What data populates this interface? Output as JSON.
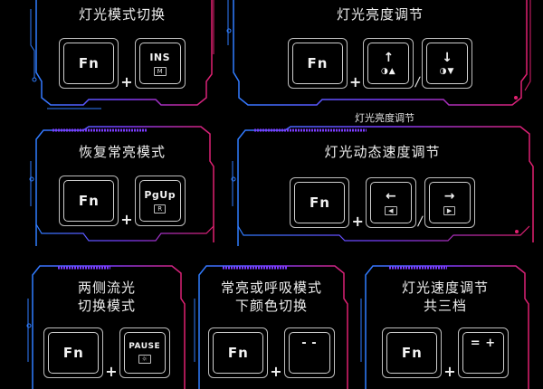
{
  "colors": {
    "background": "#000000",
    "frame_blue": "#2f7dff",
    "frame_magenta": "#e0206f",
    "frame_purple": "#7b3cff",
    "key_outline": "#bdbdbd",
    "text": "#ededed"
  },
  "caption": "灯光亮度调节",
  "panels": [
    {
      "id": "light-mode-switch",
      "title": "灯光模式切换",
      "keys": [
        {
          "label": "Fn"
        },
        {
          "separator": "+"
        },
        {
          "label": "INS",
          "sub": "M"
        }
      ]
    },
    {
      "id": "brightness-adjust",
      "title": "灯光亮度调节",
      "keys": [
        {
          "label": "Fn"
        },
        {
          "separator": "+"
        },
        {
          "arrow": "↑",
          "icons": "◑▲"
        },
        {
          "separator": "/"
        },
        {
          "arrow": "↓",
          "icons": "◑▼"
        }
      ]
    },
    {
      "id": "restore-steady",
      "title": "恢复常亮模式",
      "keys": [
        {
          "label": "Fn"
        },
        {
          "separator": "+"
        },
        {
          "label": "PgUp",
          "sub": "R"
        }
      ]
    },
    {
      "id": "dynamic-speed",
      "title": "灯光动态速度调节",
      "keys": [
        {
          "label": "Fn"
        },
        {
          "separator": "+"
        },
        {
          "arrow": "←",
          "icons": "◀"
        },
        {
          "separator": "/"
        },
        {
          "arrow": "→",
          "icons": "▶"
        }
      ]
    },
    {
      "id": "side-flow",
      "title_lines": [
        "两侧流光",
        "切换模式"
      ],
      "keys": [
        {
          "label": "Fn"
        },
        {
          "separator": "+"
        },
        {
          "label": "PAUSE",
          "sub": "☼"
        }
      ]
    },
    {
      "id": "color-switch",
      "title_lines": [
        "常亮或呼吸模式",
        "下颜色切换"
      ],
      "keys": [
        {
          "label": "Fn"
        },
        {
          "separator": "+"
        },
        {
          "label": "- -"
        }
      ]
    },
    {
      "id": "speed-three-levels",
      "title_lines": [
        "灯光速度调节",
        "共三档"
      ],
      "keys": [
        {
          "label": "Fn"
        },
        {
          "separator": "+"
        },
        {
          "label": "= +"
        }
      ]
    }
  ]
}
